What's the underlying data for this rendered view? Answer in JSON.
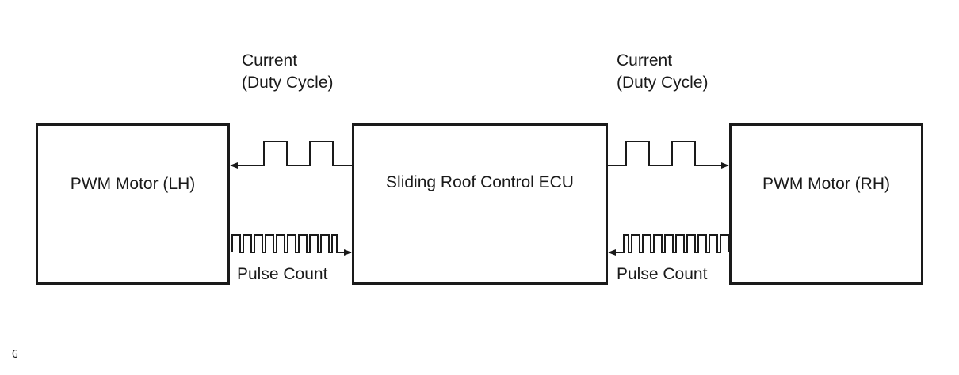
{
  "blocks": {
    "motor_lh": "PWM Motor (LH)",
    "ecu": "Sliding Roof Control ECU",
    "motor_rh": "PWM Motor (RH)"
  },
  "signals": {
    "current_left": {
      "line1": "Current",
      "line2": "(Duty Cycle)"
    },
    "current_right": {
      "line1": "Current",
      "line2": "(Duty Cycle)"
    },
    "pulse_left": "Pulse Count",
    "pulse_right": "Pulse Count"
  },
  "figure_mark": "G"
}
